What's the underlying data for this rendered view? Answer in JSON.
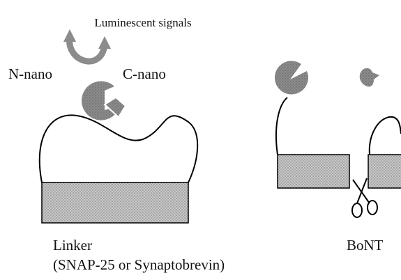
{
  "labels": {
    "signal": "Luminescent signals",
    "n_nano": "N-nano",
    "c_nano": "C-nano",
    "linker": "Linker",
    "linker_detail": "(SNAP-25 or Synaptobrevin)",
    "bont": "BoNT"
  },
  "colors": {
    "fragment_fill": "#8c8c8c",
    "block_fill": "#c6c6c6",
    "stroke": "#000000",
    "background": "#ffffff"
  },
  "icons": {
    "signal_arrow": "curved-double-arrow-icon",
    "protease": "scissors-icon"
  }
}
